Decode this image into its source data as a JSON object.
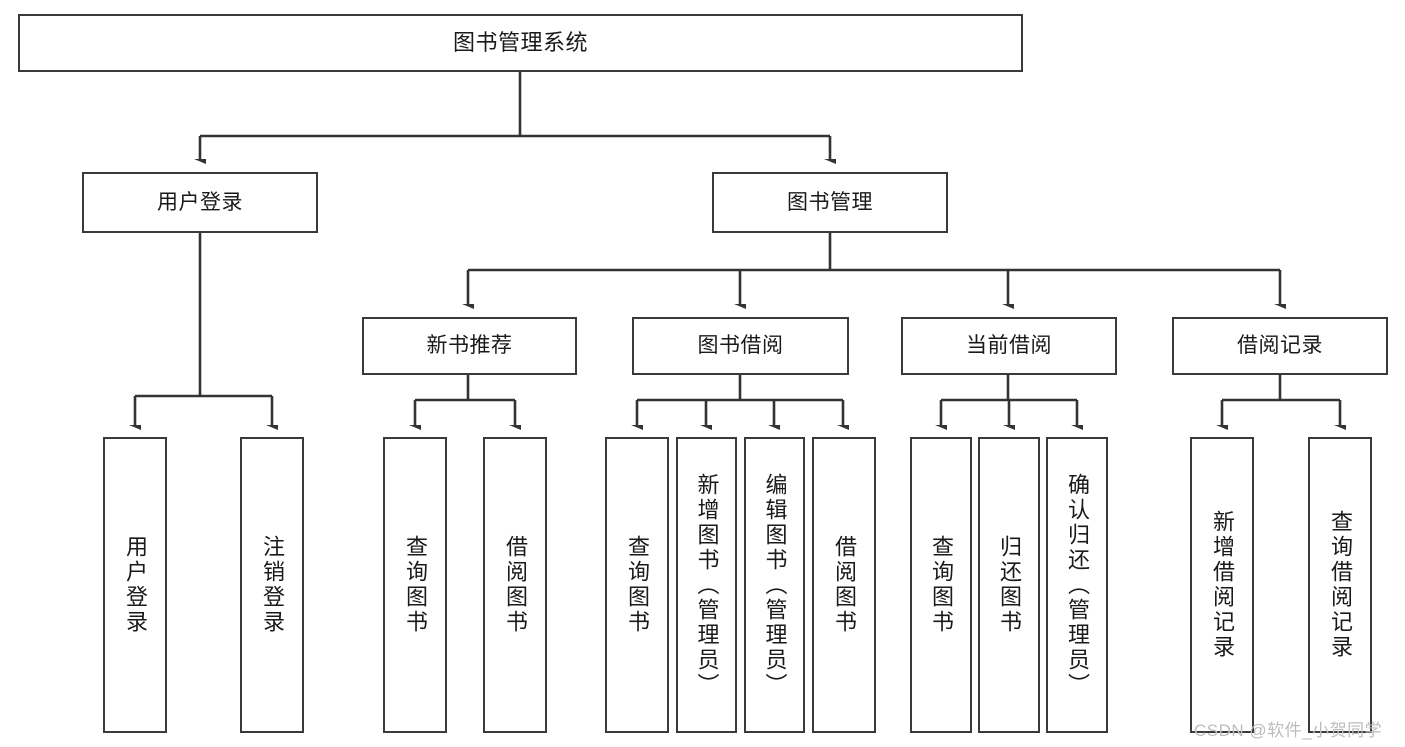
{
  "diagram": {
    "title": "图书管理系统",
    "type": "tree-hierarchy-diagram",
    "colors": {
      "box_border": "#3a3a3a",
      "box_fill": "#ffffff",
      "edge": "#333333",
      "text": "#1a1a1a",
      "watermark": "#bdbdbd",
      "background": "#ffffff"
    },
    "nodes": {
      "root": {
        "label": "图书管理系统"
      },
      "level1": [
        {
          "label": "用户登录"
        },
        {
          "label": "图书管理"
        }
      ],
      "level2": [
        {
          "label": "新书推荐"
        },
        {
          "label": "图书借阅"
        },
        {
          "label": "当前借阅"
        },
        {
          "label": "借阅记录"
        }
      ],
      "leaves_user_login": [
        {
          "label": "用户登录"
        },
        {
          "label": "注销登录"
        }
      ],
      "leaves_new_books": [
        {
          "label": "查询图书"
        },
        {
          "label": "借阅图书"
        }
      ],
      "leaves_borrow": [
        {
          "label": "查询图书"
        },
        {
          "label": "新增图书（管理员）"
        },
        {
          "label": "编辑图书（管理员）"
        },
        {
          "label": "借阅图书"
        }
      ],
      "leaves_current": [
        {
          "label": "查询图书"
        },
        {
          "label": "归还图书"
        },
        {
          "label": "确认归还（管理员）"
        }
      ],
      "leaves_records": [
        {
          "label": "新增借阅记录"
        },
        {
          "label": "查询借阅记录"
        }
      ]
    },
    "watermark": "CSDN @软件_小贺同学"
  }
}
